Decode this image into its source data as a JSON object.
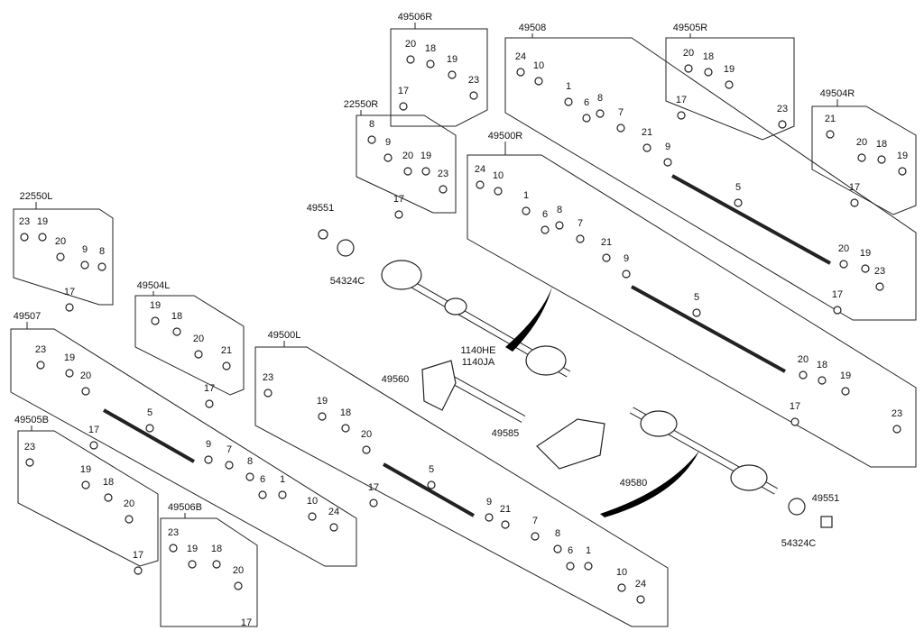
{
  "groups": [
    {
      "title": "49506R",
      "parts": [
        "20",
        "18",
        "19",
        "23",
        "17"
      ]
    },
    {
      "title": "49508",
      "parts": [
        "24",
        "10",
        "1",
        "6",
        "8",
        "7",
        "21",
        "9",
        "5",
        "20",
        "19",
        "23",
        "17"
      ]
    },
    {
      "title": "49505R",
      "parts": [
        "20",
        "18",
        "19",
        "23",
        "17"
      ]
    },
    {
      "title": "49504R",
      "parts": [
        "21",
        "20",
        "18",
        "19",
        "17"
      ]
    },
    {
      "title": "22550R",
      "parts": [
        "8",
        "9",
        "20",
        "19",
        "23",
        "17"
      ]
    },
    {
      "title": "49500R",
      "parts": [
        "24",
        "10",
        "1",
        "6",
        "8",
        "7",
        "21",
        "9",
        "5",
        "20",
        "18",
        "19",
        "23",
        "17"
      ]
    },
    {
      "title": "22550L",
      "parts": [
        "23",
        "19",
        "20",
        "9",
        "8",
        "17"
      ]
    },
    {
      "title": "49504L",
      "parts": [
        "19",
        "18",
        "20",
        "21",
        "17"
      ]
    },
    {
      "title": "49507",
      "parts": [
        "23",
        "19",
        "20",
        "17",
        "5",
        "9",
        "7",
        "8",
        "6",
        "1",
        "10",
        "24"
      ]
    },
    {
      "title": "49500L",
      "parts": [
        "23",
        "19",
        "18",
        "20",
        "17",
        "5",
        "9",
        "21",
        "7",
        "8",
        "6",
        "1",
        "10",
        "24"
      ]
    },
    {
      "title": "49505B",
      "parts": [
        "23",
        "19",
        "18",
        "20",
        "17"
      ]
    },
    {
      "title": "49506B",
      "parts": [
        "23",
        "19",
        "18",
        "20",
        "17"
      ]
    }
  ],
  "callouts": [
    "49551",
    "54324C",
    "1140HE",
    "1140JA",
    "49560",
    "49585",
    "49580",
    "49551",
    "54324C"
  ]
}
